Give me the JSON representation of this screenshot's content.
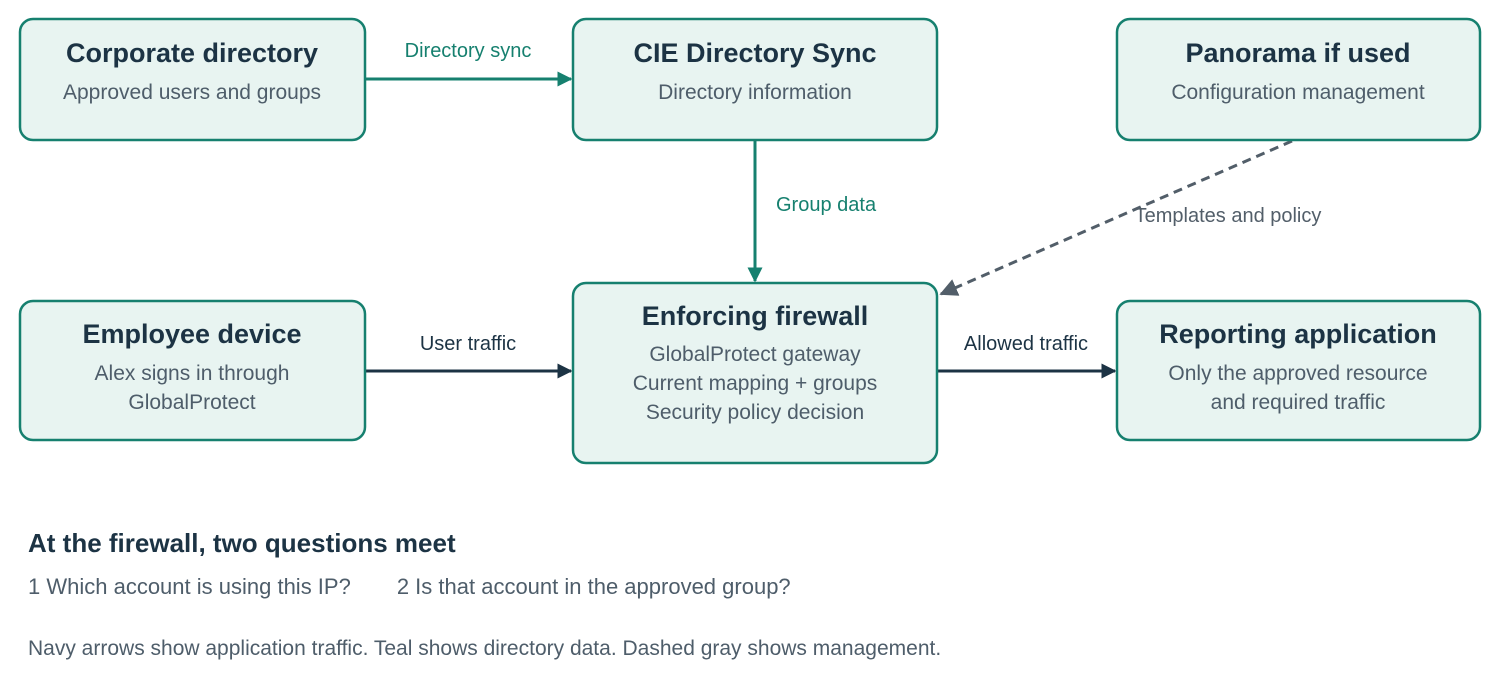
{
  "colors": {
    "navy": "#1c3344",
    "teal": "#16806f",
    "gray": "#525e69",
    "node_fill": "#e8f4f1"
  },
  "nodes": {
    "corporate_directory": {
      "title": "Corporate directory",
      "lines": [
        "Approved users and groups"
      ]
    },
    "cie_directory_sync": {
      "title": "CIE Directory Sync",
      "lines": [
        "Directory information"
      ]
    },
    "panorama": {
      "title": "Panorama if used",
      "lines": [
        "Configuration management"
      ]
    },
    "employee_device": {
      "title": "Employee device",
      "lines": [
        "Alex signs in through",
        "GlobalProtect"
      ]
    },
    "enforcing_firewall": {
      "title": "Enforcing firewall",
      "lines": [
        "GlobalProtect gateway",
        "Current mapping + groups",
        "Security policy decision"
      ]
    },
    "reporting_application": {
      "title": "Reporting application",
      "lines": [
        "Only the approved resource",
        "and required traffic"
      ]
    }
  },
  "edges": {
    "directory_sync": {
      "label": "Directory sync",
      "kind": "directory-data"
    },
    "group_data": {
      "label": "Group data",
      "kind": "directory-data"
    },
    "templates_policy": {
      "label": "Templates and policy",
      "kind": "management"
    },
    "user_traffic": {
      "label": "User traffic",
      "kind": "application-traffic"
    },
    "allowed_traffic": {
      "label": "Allowed traffic",
      "kind": "application-traffic"
    }
  },
  "legend": {
    "title": "At the firewall, two questions meet",
    "questions": [
      "1  Which account is using this IP?",
      "2  Is that account in the approved group?"
    ],
    "note": "Navy arrows show application traffic. Teal shows directory data. Dashed gray shows management."
  }
}
